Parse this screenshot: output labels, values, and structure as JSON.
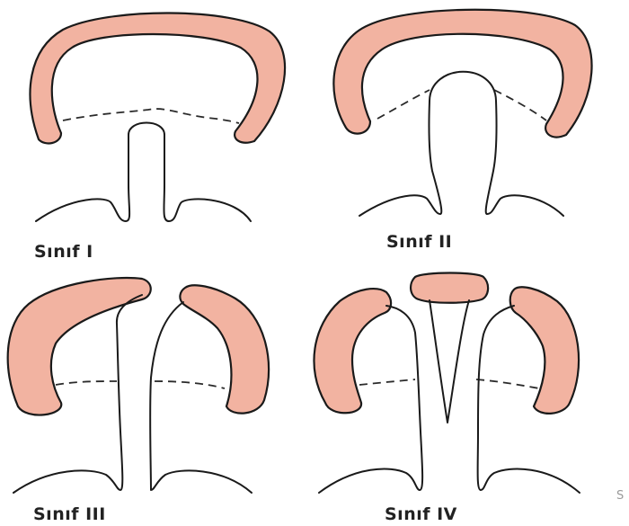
{
  "panels": [
    {
      "id": "class-1",
      "label": "Sınıf I"
    },
    {
      "id": "class-2",
      "label": "Sınıf II"
    },
    {
      "id": "class-3",
      "label": "Sınıf III"
    },
    {
      "id": "class-4",
      "label": "Sınıf IV"
    }
  ],
  "corner_mark": "S",
  "colors": {
    "cartilage_fill": "#f2b3a1",
    "outline": "#1a1a1a"
  }
}
